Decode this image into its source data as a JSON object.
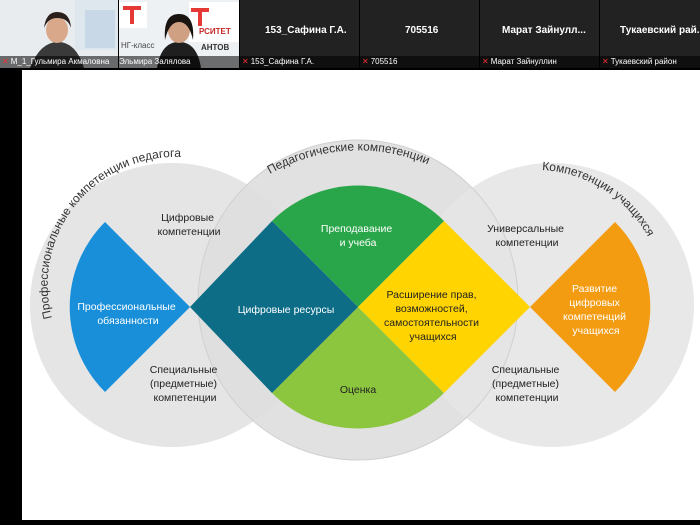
{
  "participants": [
    {
      "name": "М_1_Гульмира Акмаловна",
      "tile_label": "",
      "video": true
    },
    {
      "name": "Эльмира Залялова",
      "tile_label": "",
      "video": true
    },
    {
      "name": "153_Сафина Г.А.",
      "tile_label": "153_Сафина Г.А.",
      "video": false
    },
    {
      "name": "705516",
      "tile_label": "705516",
      "video": false
    },
    {
      "name": "Марат Зайнуллин",
      "tile_label": "Марат Зайнулл...",
      "video": false
    },
    {
      "name": "Тукаевский район",
      "tile_label": "Тукаевский рай...",
      "video": false
    }
  ],
  "video_overlay": {
    "brand_fragment_1": "НГ-класс",
    "brand_fragment_2": "РСИТЕТ",
    "brand_fragment_3": "АНТОВ"
  },
  "diagram": {
    "arc_left": "Профессиональные компетенции педагога",
    "arc_center": "Педагогические компетенции",
    "arc_right": "Компетенции учащихся",
    "left_blue": "Профессиональные обязанности",
    "left_top": "Цифровые компетенции",
    "left_bottom": "Специальные (предметные) компетенции",
    "center_left": "Цифровые ресурсы",
    "center_top": "Преподавание и учеба",
    "center_bottom": "Оценка",
    "center_right": "Расширение прав, возможностей, самостоятельности учащихся",
    "right_top": "Универсальные компетенции",
    "right_bottom": "Специальные (предметные) компетенции",
    "right_orange": "Развитие цифровых компетенций учащихся",
    "colors": {
      "blue": "#1a8fd9",
      "teal": "#0d6d87",
      "green": "#2aa64a",
      "lime": "#8cc63f",
      "yellow": "#ffd400",
      "orange": "#f39c12",
      "circle": "#e6e6e6"
    }
  }
}
